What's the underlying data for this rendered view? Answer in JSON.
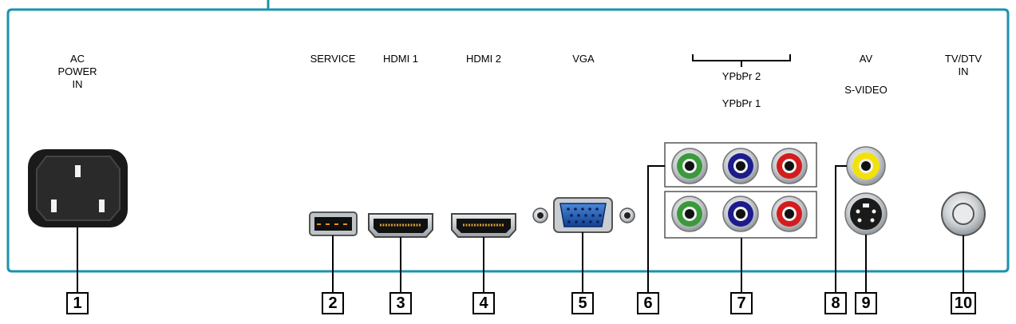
{
  "panel": {
    "frame_color": "#1a93ad",
    "labels": {
      "ac_power": "AC\nPOWER\nIN",
      "service": "SERVICE",
      "hdmi1": "HDMI 1",
      "hdmi2": "HDMI 2",
      "vga": "VGA",
      "ypbpr2": "YPbPr 2",
      "ypbpr1": "YPbPr 1",
      "av": "AV",
      "svideo": "S-VIDEO",
      "tv_dtv_in": "TV/DTV\nIN"
    },
    "callouts": [
      "1",
      "2",
      "3",
      "4",
      "5",
      "6",
      "7",
      "8",
      "9",
      "10"
    ],
    "jack_colors": {
      "green": "#3a9a3a",
      "blue": "#1c1c8c",
      "red": "#d41c1c",
      "yellow": "#f2e10a"
    },
    "icons": [
      "ac-power-socket-icon",
      "usb-port-icon",
      "hdmi-port-icon",
      "vga-port-icon",
      "rca-jack-icon",
      "s-video-jack-icon",
      "coax-jack-icon"
    ]
  }
}
